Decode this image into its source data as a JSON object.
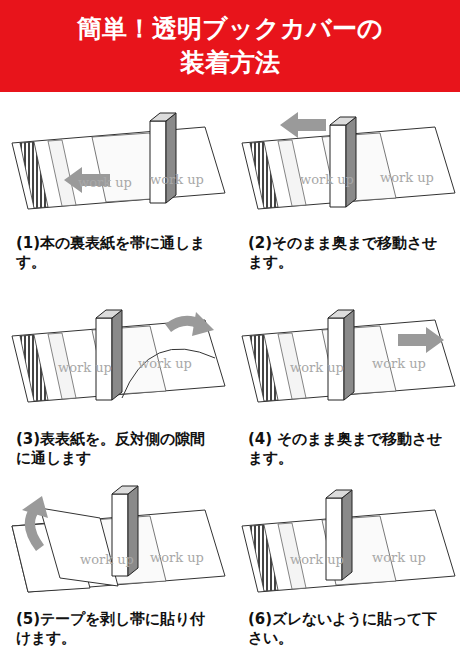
{
  "diagram": {
    "title": "簡単！透明ブックカバーの装着方法",
    "labels": [
      "(1)本の裏表紙を帯に通します。",
      "(2)そのまま奥まで移動させます。",
      "(3)表表紙を。反対側の隙間に通します",
      "(4) そのまま奥まで移動させます。",
      "(5)テープを剥し帯に貼り付けます。",
      "(6)ズレないように貼って下さい。",
      "work up",
      "work up",
      "work up",
      "work up",
      "work up",
      "work up",
      "work up",
      "work up",
      "work up",
      "work up",
      "work up",
      "work up"
    ]
  }
}
